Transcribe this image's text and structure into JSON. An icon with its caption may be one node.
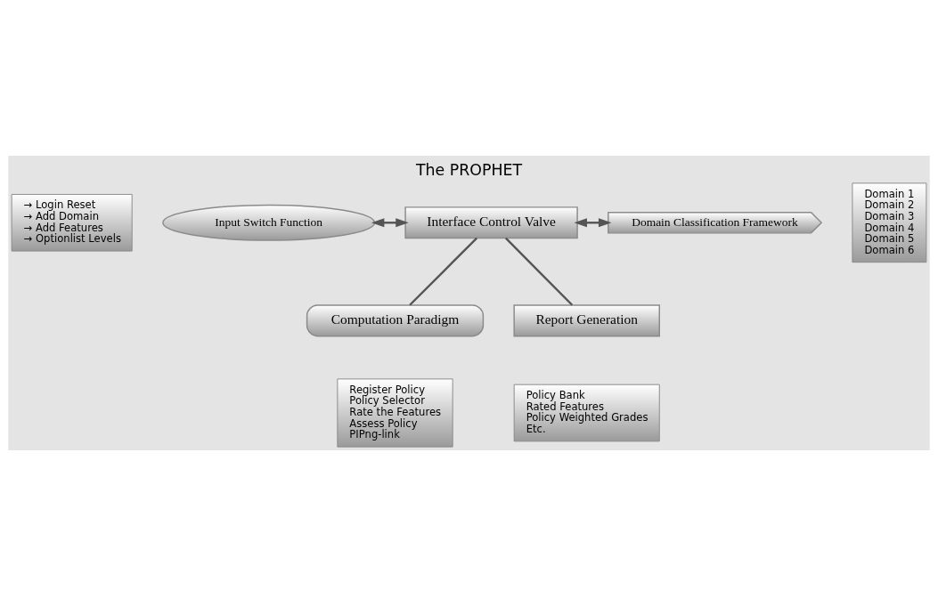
{
  "diagram": {
    "title": "The PROPHET",
    "nodes": [
      {
        "text": [
          "→ Login Reset",
          "→ Add Domain",
          "→ Add Features",
          "→ Optionlist Levels"
        ]
      },
      {
        "text": [
          "Input Switch Function"
        ]
      },
      {
        "text": [
          "Interface Control Valve"
        ]
      },
      {
        "text": [
          "Domain Classification Framework"
        ]
      },
      {
        "text": [
          "Domain 1",
          "Domain 2",
          "Domain 3",
          "Domain 4",
          "Domain 5",
          "Domain 6"
        ]
      },
      {
        "text": [
          "Computation Paradigm"
        ]
      },
      {
        "text": [
          "Register Policy",
          "Policy Selector",
          "Rate the Features",
          "Assess Policy",
          "PIPng-link"
        ]
      },
      {
        "text": [
          "Report Generation"
        ]
      },
      {
        "text": [
          "Policy Bank",
          "Rated Features",
          "Policy Weighted Grades",
          "Etc."
        ]
      }
    ],
    "edges": [
      {
        "from": 1,
        "to": 2,
        "arrow": "both"
      },
      {
        "from": 2,
        "to": 3,
        "arrow": "both"
      },
      {
        "from": 2,
        "to": 5,
        "arrow": "none"
      },
      {
        "from": 2,
        "to": 7,
        "arrow": "none"
      }
    ]
  }
}
